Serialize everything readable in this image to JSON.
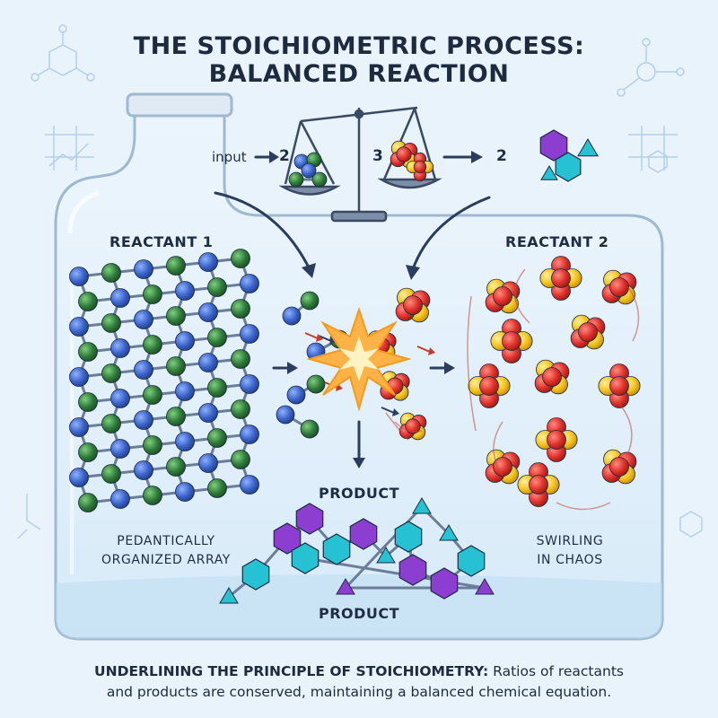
{
  "title": {
    "line1": "THE STOICHIOMETRIC PROCESS:",
    "line2": "BALANCED REACTION"
  },
  "equation": {
    "input_label": "input",
    "coef_left": "2",
    "coef_mid": "3",
    "coef_right": "2"
  },
  "reactant1": {
    "label": "REACTANT 1",
    "desc_line1": "PEDANTICALLY",
    "desc_line2": "ORGANIZED ARRAY"
  },
  "reactant2": {
    "label": "REACTANT 2",
    "desc_line1": "SWIRLING",
    "desc_line2": "IN CHAOS"
  },
  "product": {
    "label_top": "PRODUCT",
    "label_bottom": "PRODUCT"
  },
  "footer": {
    "bold": "UNDERLINING THE PRINCIPLE OF STOICHIOMETRY:",
    "rest": " Ratios of reactants",
    "line2": "and products are conserved, maintaining a balanced chemical equation."
  },
  "colors": {
    "background": "#e9f3fb",
    "blue_atom": "#3a63c9",
    "green_atom": "#2f7a3a",
    "red_atom": "#e0302a",
    "yellow_atom": "#f3c21b",
    "purple_hex": "#8c3ed1",
    "teal_hex": "#26c2d3",
    "arrow": "#2b3d5e"
  }
}
